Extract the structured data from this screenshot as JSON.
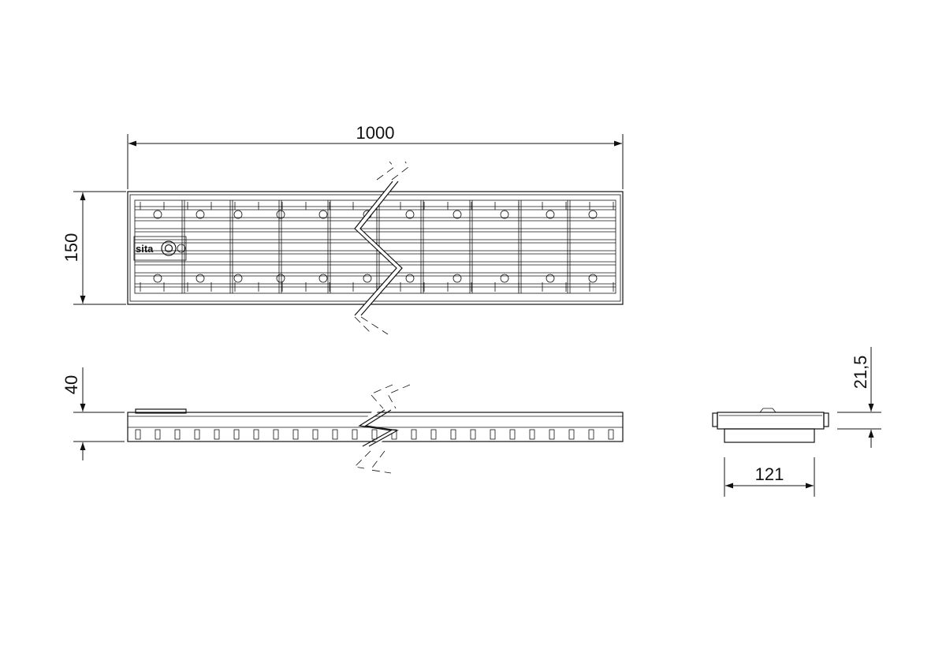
{
  "dimensions": {
    "length": "1000",
    "width": "150",
    "height": "40",
    "section_height": "21,5",
    "section_width": "121"
  },
  "logo": {
    "text": "sita"
  },
  "colors": {
    "line": "#111111",
    "background": "#ffffff"
  }
}
